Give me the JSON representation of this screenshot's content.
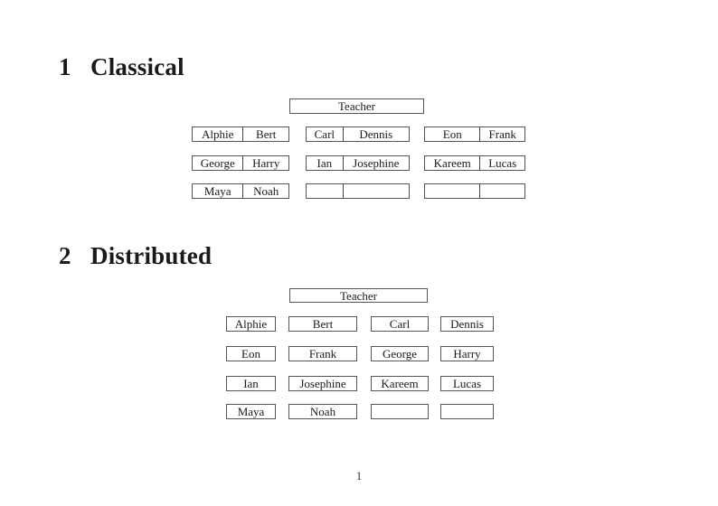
{
  "sections": [
    {
      "number": "1",
      "title": "Classical"
    },
    {
      "number": "2",
      "title": "Distributed"
    }
  ],
  "classical": {
    "teacher_label": "Teacher",
    "rows": [
      [
        [
          "Alphie",
          "Bert"
        ],
        [
          "Carl",
          "Dennis"
        ],
        [
          "Eon",
          "Frank"
        ]
      ],
      [
        [
          "George",
          "Harry"
        ],
        [
          "Ian",
          "Josephine"
        ],
        [
          "Kareem",
          "Lucas"
        ]
      ],
      [
        [
          "Maya",
          "Noah"
        ],
        [
          "",
          ""
        ],
        [
          "",
          ""
        ]
      ]
    ]
  },
  "distributed": {
    "teacher_label": "Teacher",
    "rows": [
      [
        "Alphie",
        "Bert",
        "Carl",
        "Dennis"
      ],
      [
        "Eon",
        "Frank",
        "George",
        "Harry"
      ],
      [
        "Ian",
        "Josephine",
        "Kareem",
        "Lucas"
      ],
      [
        "Maya",
        "Noah",
        "",
        ""
      ]
    ]
  },
  "page": {
    "number": "1"
  },
  "colors": {
    "text": "#1a1a1a",
    "border": "#555555",
    "background": "#ffffff"
  }
}
